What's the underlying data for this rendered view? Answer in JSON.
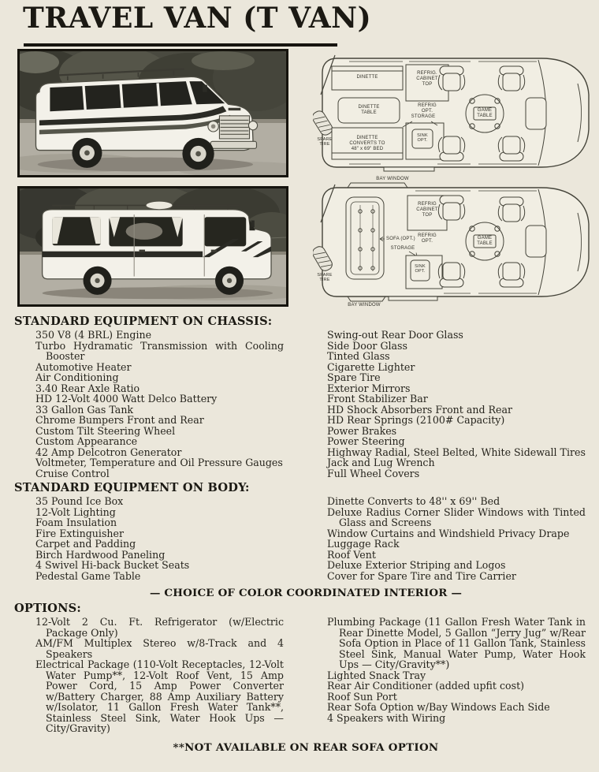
{
  "title": "TRAVEL VAN (T VAN)",
  "floorplan_top": {
    "dinette": "DINETTE",
    "refrig_cabinet": "REFRIG.\nCABINET\nTOP",
    "refrig_opt": "REFRIG\nOPT.",
    "dinette_table": "DINETTE\nTABLE",
    "storage": "STORAGE",
    "dinette_bed": "DINETTE\nCONVERTS TO\n48\" x 69\" BED",
    "sink_opt": "SINK\nOPT.",
    "game_table": "GAME\nTABLE",
    "spare_tire": "SPARE\nTIRE"
  },
  "floorplan_bottom": {
    "bay_window_top": "BAY WINDOW",
    "bay_window_bottom": "BAY WINDOW",
    "refrig_cabinet": "REFRIG\nCABINET\nTOP",
    "refrig_opt": "REFRIG\nOPT.",
    "sofa_opt": "SOFA (OPT.)",
    "storage": "STORAGE",
    "sink_opt": "SINK\nOPT.",
    "game_table": "GAME\nTABLE",
    "spare_tire": "SPARE\nTIRE"
  },
  "sections": {
    "chassis": {
      "heading": "STANDARD EQUIPMENT ON CHASSIS:",
      "left": [
        "350 V8 (4 BRL) Engine",
        "Turbo Hydramatic Transmission with Cooling Booster",
        "Automotive Heater",
        "Air Conditioning",
        "3.40 Rear Axle Ratio",
        "HD 12-Volt 4000 Watt Delco Battery",
        "33 Gallon Gas Tank",
        "Chrome Bumpers Front and Rear",
        "Custom Tilt Steering Wheel",
        "Custom Appearance",
        "42 Amp Delcotron Generator",
        "Voltmeter, Temperature and Oil Pressure Gauges",
        "Cruise Control"
      ],
      "right": [
        "Swing-out Rear Door Glass",
        "Side Door Glass",
        "Tinted Glass",
        "Cigarette Lighter",
        "Spare Tire",
        "Exterior Mirrors",
        "Front Stabilizer Bar",
        "HD Shock Absorbers Front and Rear",
        "HD Rear Springs (2100# Capacity)",
        "Power Brakes",
        "Power Steering",
        "Highway Radial, Steel Belted, White Sidewall Tires",
        "Jack and Lug Wrench",
        "Full Wheel Covers"
      ]
    },
    "body": {
      "heading": "STANDARD EQUIPMENT ON BODY:",
      "left": [
        "35 Pound Ice Box",
        "12-Volt Lighting",
        "Foam Insulation",
        "Fire Extinguisher",
        "Carpet and Padding",
        "Birch Hardwood Paneling",
        "4 Swivel Hi-back Bucket Seats",
        "Pedestal Game Table"
      ],
      "right": [
        "Dinette Converts to 48'' x 69'' Bed",
        "Deluxe Radius Corner Slider Windows with Tinted Glass and Screens",
        "Window Curtains and Windshield Privacy Drape",
        "Luggage Rack",
        "Roof Vent",
        "Deluxe Exterior Striping and Logos",
        "Cover for Spare Tire and Tire Carrier"
      ]
    },
    "interior_note": "— CHOICE OF COLOR COORDINATED INTERIOR —",
    "options": {
      "heading": "OPTIONS:",
      "left": [
        "12-Volt 2 Cu. Ft. Refrigerator (w/Electric Package Only)",
        "AM/FM Multiplex Stereo w/8-Track and 4 Speakers",
        "Electrical Package (110-Volt Receptacles, 12-Volt Water Pump**, 12-Volt Roof Vent, 15 Amp Power Cord, 15 Amp Power Converter w/Battery Charger, 88 Amp Auxiliary Battery w/Isolator, 11 Gallon Fresh Water Tank**, Stainless Steel Sink, Water Hook Ups — City/Gravity)"
      ],
      "right": [
        "Plumbing Package (11 Gallon Fresh Water Tank in Rear Dinette Model, 5 Gallon “Jerry Jug” w/Rear Sofa Option in Place of 11 Gallon Tank, Stainless Steel Sink, Manual Water Pump, Water Hook Ups — City/Gravity**)",
        "Lighted Snack Tray",
        "Rear Air Conditioner (added upfit cost)",
        "Roof Sun Port",
        "Rear Sofa Option w/Bay Windows Each Side",
        "4 Speakers with Wiring"
      ]
    },
    "footnote": "**NOT AVAILABLE ON REAR SOFA OPTION"
  }
}
